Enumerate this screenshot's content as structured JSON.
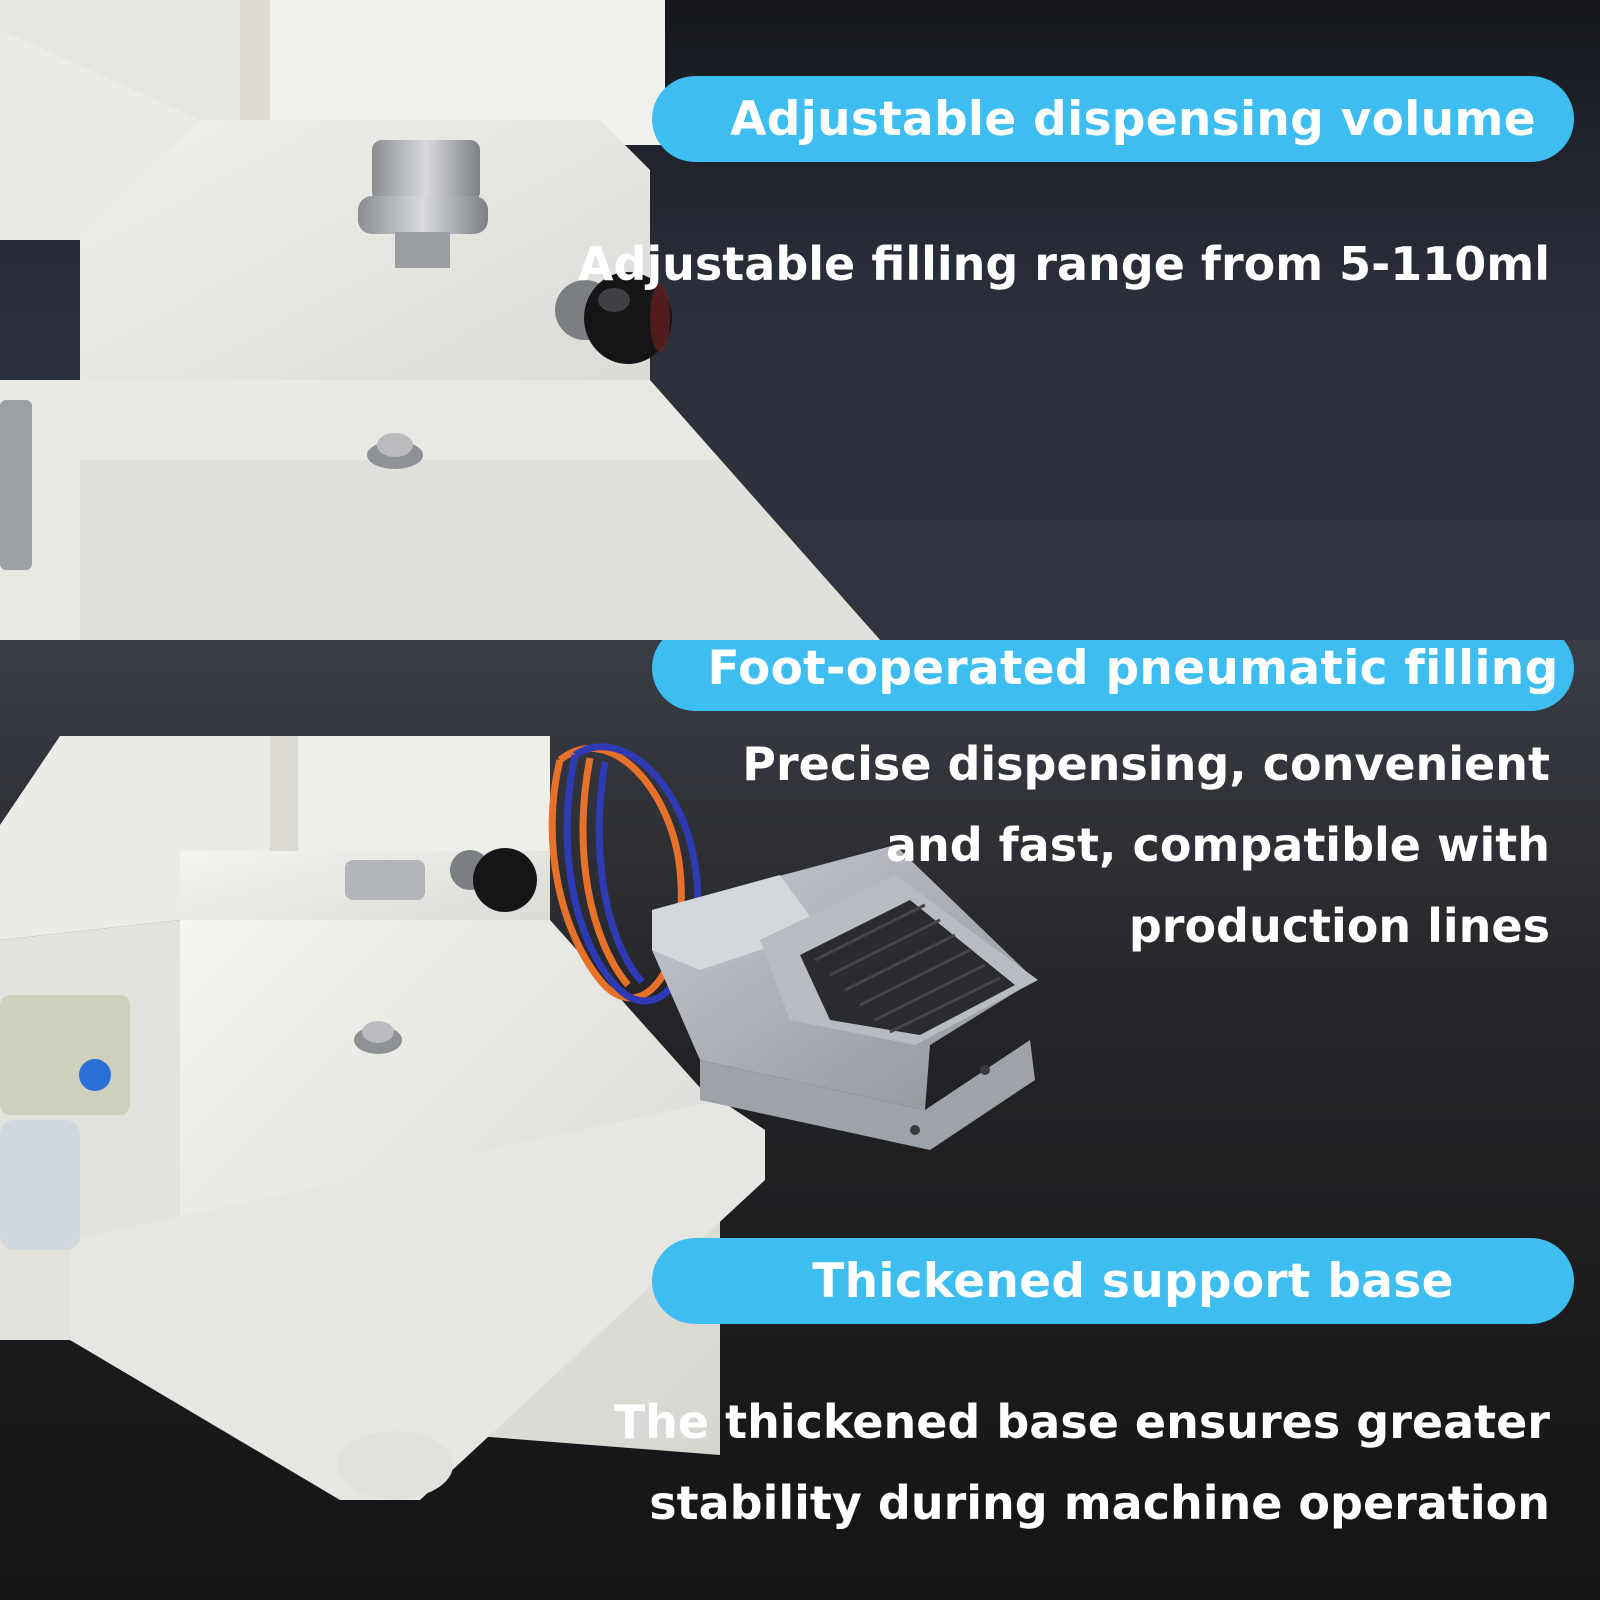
{
  "sections": [
    {
      "heading": "Adjustable dispensing volume",
      "lines": [
        "Adjustable filling range from 5-110ml"
      ]
    },
    {
      "heading": "Foot-operated pneumatic filling",
      "lines": [
        "Precise dispensing, convenient",
        "and fast, compatible with",
        "production lines"
      ]
    },
    {
      "heading": "Thickened support base",
      "lines": [
        "The thickened base ensures greater",
        "stability during machine operation"
      ]
    }
  ],
  "colors": {
    "pill": "#3dbdf0",
    "text": "#ffffff",
    "machine": "#eeeeea",
    "background_dark": "#1a1a1c"
  },
  "icons": [
    "foot-pedal-icon",
    "adjustment-knob-icon"
  ]
}
